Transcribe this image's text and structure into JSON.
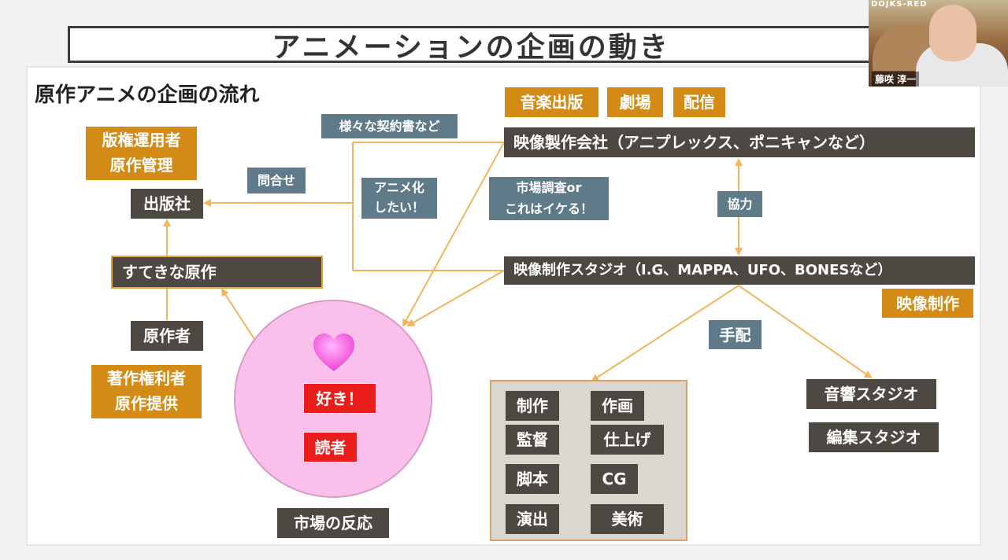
{
  "title": "アニメーションの企画の動き",
  "subtitle": "原作アニメの企画の流れ",
  "webcam": {
    "tag": "DOJKS-RED",
    "name": "藤咲 淳一"
  },
  "boxes": {
    "music": "音楽出版",
    "theater": "劇場",
    "streaming": "配信",
    "contracts": "様々な契約書など",
    "producer": "映像製作会社（アニプレックス、ポニキャンなど）",
    "rights_manager_1": "版権運用者",
    "rights_manager_2": "原作管理",
    "inquiry": "問合せ",
    "want_anime_1": "アニメ化",
    "want_anime_2": "したい！",
    "research_1": "市場調査or",
    "research_2": "これはイケる！",
    "cooperation": "協力",
    "publisher": "出版社",
    "great_original": "すてきな原作",
    "studio": "映像制作スタジオ（I.G、MAPPA、UFO、BONESなど）",
    "video_production": "映像制作",
    "arrangement": "手配",
    "author": "原作者",
    "copyright_1": "著作権利者",
    "copyright_2": "原作提供",
    "like": "好き！",
    "reader": "読者",
    "market_response": "市場の反応",
    "sound_studio": "音響スタジオ",
    "edit_studio": "編集スタジオ"
  },
  "staff": {
    "production": "制作",
    "animation": "作画",
    "director": "監督",
    "finishing": "仕上げ",
    "script": "脚本",
    "cg": "CG",
    "direction": "演出",
    "art": "美術"
  },
  "colors": {
    "dark": "#4e4843",
    "orange": "#d38b16",
    "slate": "#5f7a88",
    "red": "#ea1c1c",
    "pink": "#fbbfec",
    "arrow": "#f3b45a"
  }
}
